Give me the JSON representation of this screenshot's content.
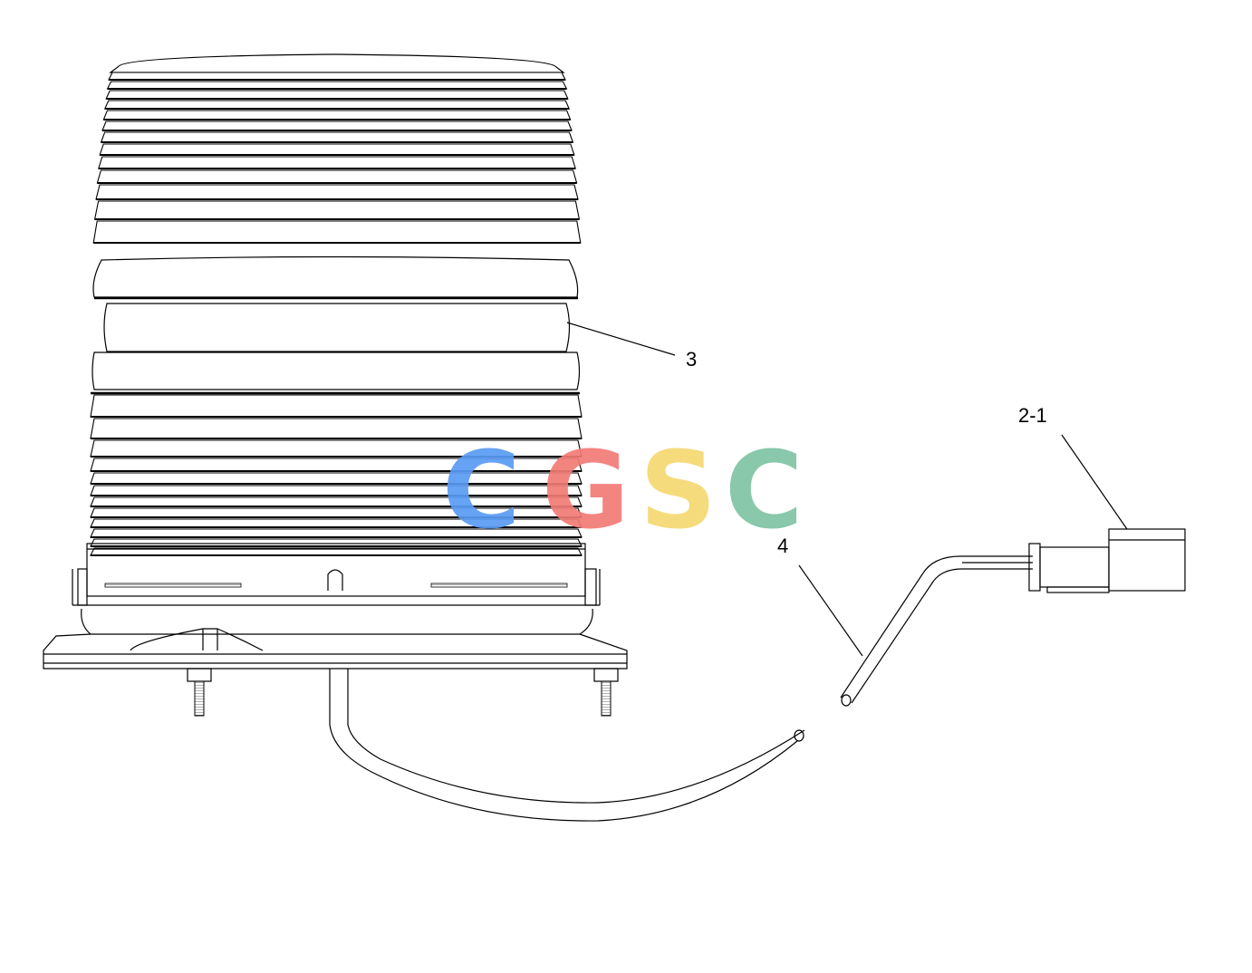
{
  "callouts": {
    "lens": "3",
    "cable": "4",
    "connector": "2-1"
  },
  "watermark": {
    "letters": [
      "C",
      "G",
      "S",
      "C"
    ],
    "colors": [
      "#5b9cf5",
      "#f27b76",
      "#f6d872",
      "#7fc4a3"
    ]
  },
  "colors": {
    "line": "#000000",
    "background": "#ffffff"
  }
}
